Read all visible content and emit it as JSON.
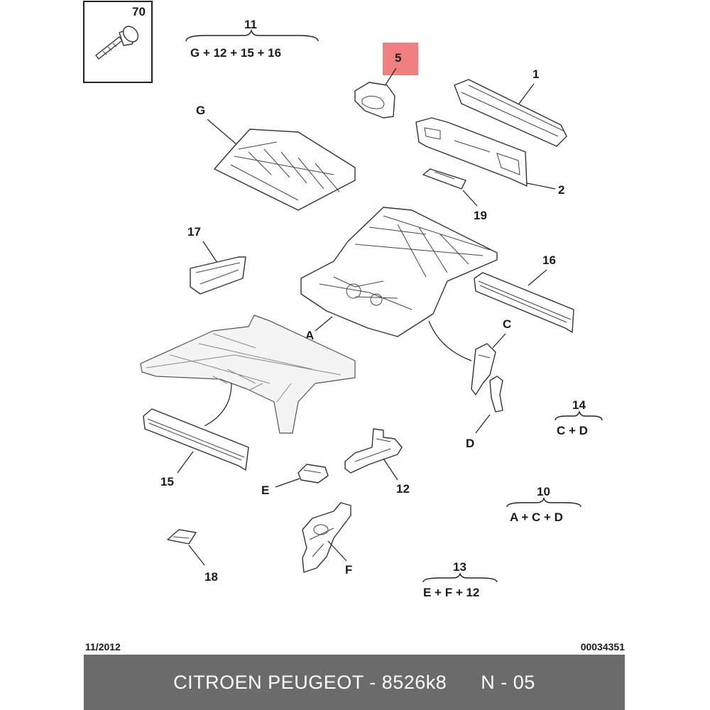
{
  "callouts": {
    "c70": "70",
    "c11": "11",
    "c5": "5",
    "c1": "1",
    "cG": "G",
    "c2": "2",
    "c19": "19",
    "c17": "17",
    "c16": "16",
    "cA": "A",
    "cC": "C",
    "c14": "14",
    "cD": "D",
    "c15": "15",
    "c12": "12",
    "cE": "E",
    "c10": "10",
    "c18": "18",
    "cF": "F",
    "c13": "13"
  },
  "groups": {
    "g11": "G + 12 + 15 + 16",
    "g14": "C + D",
    "g10": "A + C + D",
    "g13": "E + F + 12"
  },
  "highlight_color": "#f08080",
  "footer": {
    "date": "11/2012",
    "ref": "00034351",
    "banner": "CITROEN PEUGEOT - 8526k8      N - 05"
  }
}
